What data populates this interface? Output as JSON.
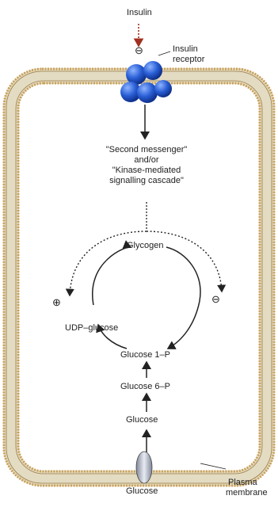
{
  "labels": {
    "insulin_top": "Insulin",
    "insulin_receptor_line1": "Insulin",
    "insulin_receptor_line2": "receptor",
    "second_messenger_line1": "\"Second messenger\"",
    "second_messenger_line2": "and/or",
    "second_messenger_line3": "\"Kinase-mediated",
    "second_messenger_line4": "signalling cascade\"",
    "glycogen": "Glycogen",
    "udp_glucose": "UDP–glucose",
    "glucose_1p": "Glucose 1–P",
    "glucose_6p": "Glucose 6–P",
    "glucose_inside": "Glucose",
    "glucose_outside": "Glucose",
    "plasma_membrane_line1": "Plasma",
    "plasma_membrane_line2": "membrane"
  },
  "signs": {
    "insulin_sign": "⊖",
    "left_sign": "⊕",
    "right_sign": "⊖"
  },
  "colors": {
    "membrane_head": "#c9a05a",
    "membrane_tail": "#e8e0c8",
    "receptor_blue": "#2a5fd6",
    "arrow_red": "#a03020",
    "line": "#222222",
    "transporter": "#c8ccd8"
  }
}
